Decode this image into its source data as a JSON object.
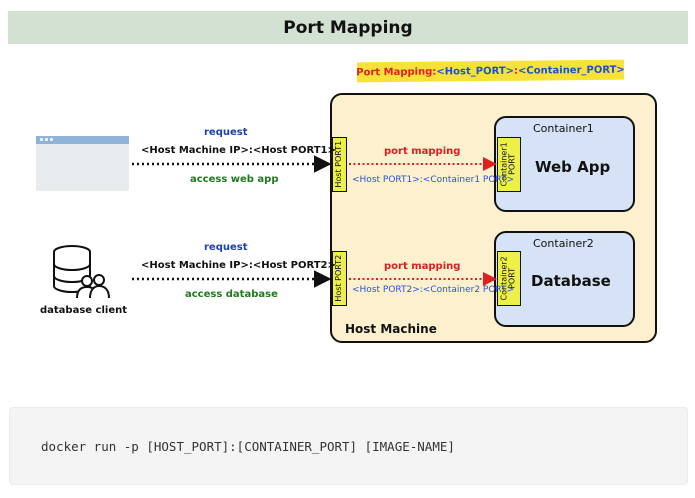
{
  "title": "Port Mapping",
  "legend": {
    "prefix": "Port Mapping: ",
    "host_port": "<Host_PORT>",
    "separator": ":",
    "container_port": "<Container_PORT>"
  },
  "host_machine_label": "Host Machine",
  "rows": [
    {
      "client_caption": "",
      "request_label": "request",
      "address_label": "<Host Machine IP>:<Host PORT1>",
      "access_label": "access web app",
      "host_port_tag": "Host PORT1",
      "mapping_label": "port mapping",
      "mapping_detail": "<Host PORT1>:<Container1 PORT>",
      "container_port_tag_line1": "Container1",
      "container_port_tag_line2": "PORT",
      "container_title": "Container1",
      "container_app": "Web App"
    },
    {
      "client_caption": "database client",
      "request_label": "request",
      "address_label": "<Host Machine IP>:<Host PORT2>",
      "access_label": "access database",
      "host_port_tag": "Host PORT2",
      "mapping_label": "port mapping",
      "mapping_detail": "<Host PORT2>:<Container2 PORT>",
      "container_port_tag_line1": "Container2",
      "container_port_tag_line2": "PORT",
      "container_title": "Container2",
      "container_app": "Database"
    }
  ],
  "code": "docker run -p [HOST_PORT]:[CONTAINER_PORT] [IMAGE-NAME]"
}
